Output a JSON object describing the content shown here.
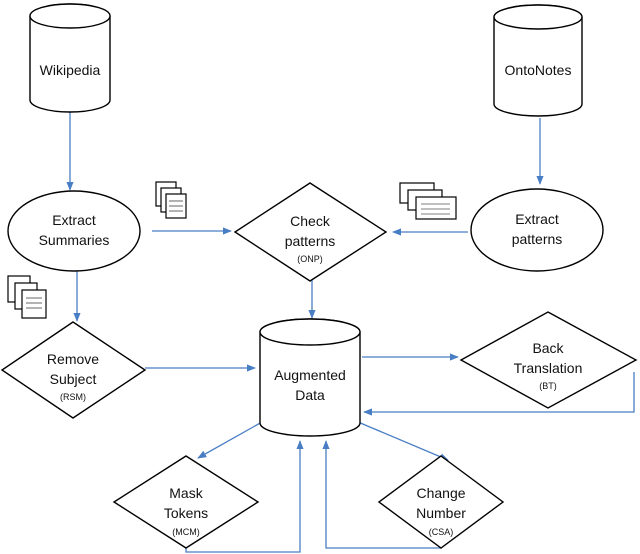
{
  "colors": {
    "arrow": "#4a7ec4",
    "outline": "#000000",
    "fill": "#ffffff"
  },
  "nodes": {
    "wikipedia": {
      "label": "Wikipedia"
    },
    "ontonotes": {
      "label": "OntoNotes"
    },
    "extract_summaries": {
      "line1": "Extract",
      "line2": "Summaries"
    },
    "extract_patterns": {
      "line1": "Extract",
      "line2": "patterns"
    },
    "check_patterns": {
      "line1": "Check",
      "line2": "patterns",
      "code": "(ONP)"
    },
    "augmented_data": {
      "line1": "Augmented",
      "line2": "Data"
    },
    "remove_subject": {
      "line1": "Remove",
      "line2": "Subject",
      "code": "(RSM)"
    },
    "back_translation": {
      "line1": "Back",
      "line2": "Translation",
      "code": "(BT)"
    },
    "mask_tokens": {
      "line1": "Mask",
      "line2": "Tokens",
      "code": "(MCM)"
    },
    "change_number": {
      "line1": "Change",
      "line2": "Number",
      "code": "(CSA)"
    }
  },
  "icons": [
    "document-stack-icon",
    "database-cylinder-icon"
  ]
}
